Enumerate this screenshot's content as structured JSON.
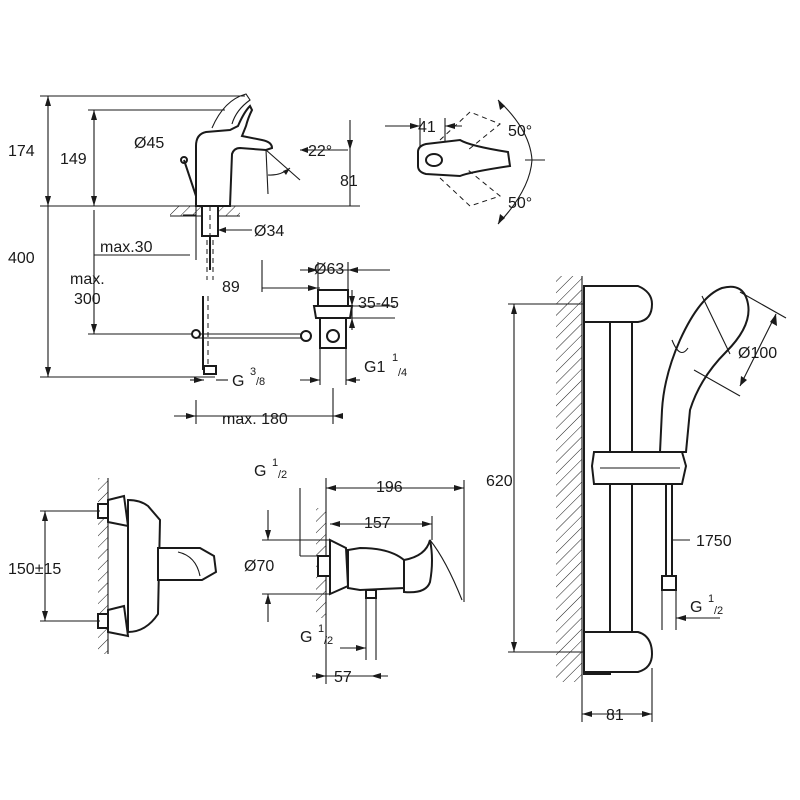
{
  "basin_mixer": {
    "h_total": "174",
    "h_spout": "149",
    "d_body": "Ø45",
    "angle_spout": "22°",
    "reach": "81",
    "d_hole": "Ø34",
    "max_deck": "max.30",
    "h_install": "400",
    "max_label": "max.",
    "max_value": "300",
    "d_waste": "Ø63",
    "waste_offset": "89",
    "waste_range": "35-45",
    "conn_hose": "G",
    "conn_hose_sup": "3",
    "conn_hose_sub": "/8",
    "conn_waste": "G1",
    "conn_waste_sup": "1",
    "conn_waste_sub": "/4",
    "max_width": "max. 180"
  },
  "top_view": {
    "width": "41",
    "angle_up": "50°",
    "angle_down": "50°"
  },
  "shower_mixer_front": {
    "centres": "150±15"
  },
  "shower_mixer_side": {
    "conn_top": "G",
    "conn_top_sup": "1",
    "conn_top_sub": "/2",
    "depth_total": "196",
    "depth_body": "157",
    "d_rosette": "Ø70",
    "conn_bottom": "G",
    "conn_bottom_sup": "1",
    "conn_bottom_sub": "/2",
    "outlet": "57"
  },
  "shower_rail": {
    "length": "620",
    "d_head": "Ø100",
    "hose_length": "1750",
    "conn": "G",
    "conn_sup": "1",
    "conn_sub": "/2",
    "wall_offset": "81"
  }
}
